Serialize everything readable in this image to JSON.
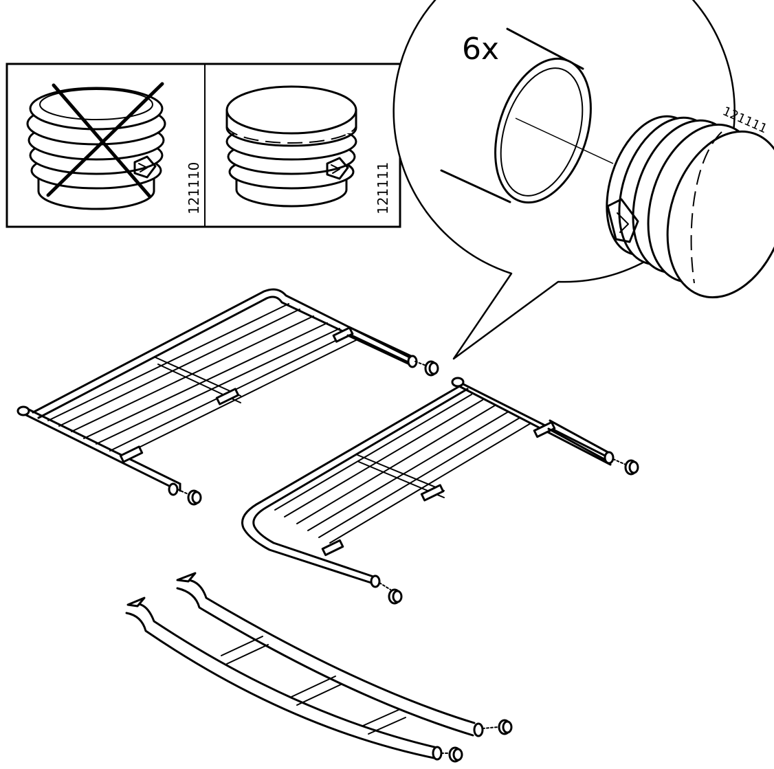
{
  "comparison_panel": {
    "wrong_part_number": "121110",
    "correct_part_number": "121111"
  },
  "detail_callout": {
    "quantity_label": "6x",
    "part_number": "121111"
  }
}
